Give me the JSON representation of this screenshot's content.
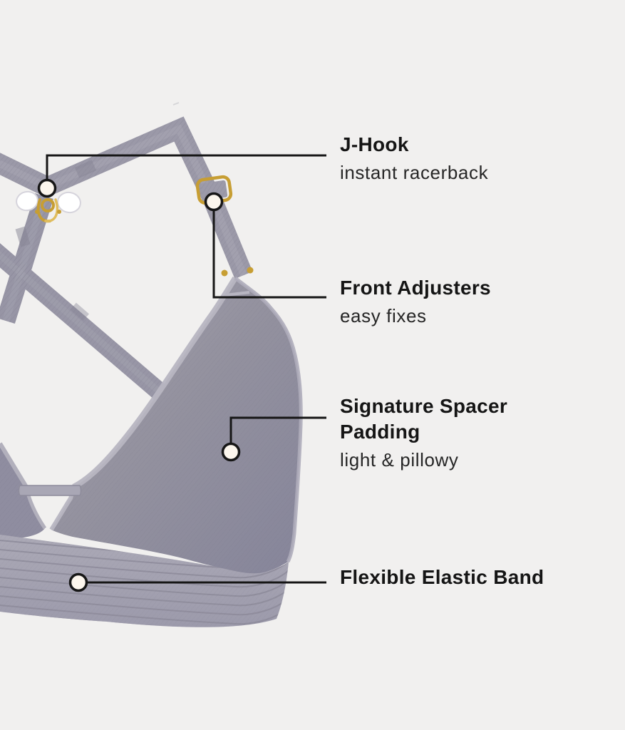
{
  "diagram_title": "",
  "features": [
    {
      "id": "j-hook",
      "title": "J-Hook",
      "subtitle": "instant racerback"
    },
    {
      "id": "front-adjusters",
      "title": "Front Adjusters",
      "subtitle": "easy fixes"
    },
    {
      "id": "spacer-padding",
      "title": "Signature Spacer Padding",
      "subtitle": "light & pillowy"
    },
    {
      "id": "elastic-band",
      "title": "Flexible Elastic Band"
    }
  ],
  "colors": {
    "background": "#f1f0ef",
    "strap_gray": "#9b99a8",
    "cup_gray": "#908fa0",
    "band_gray": "#a3a1af",
    "trim_light": "#b7b5c1",
    "gold_hardware": "#c79e33",
    "callout_black": "#161616",
    "marker_white": "#fcf6ed",
    "text_black": "#1b1b1b"
  }
}
